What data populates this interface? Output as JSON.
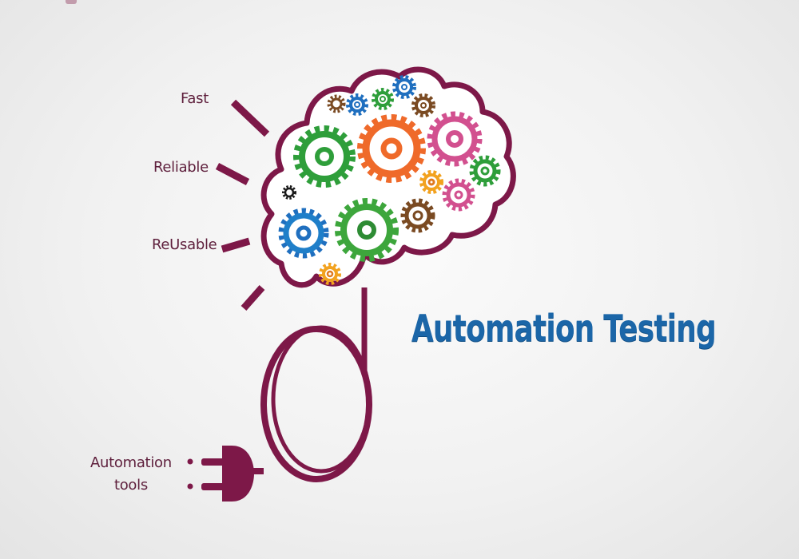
{
  "title": "Automation Testing",
  "rays": {
    "fast": "Fast",
    "reliable": "Reliable",
    "reusable": "ReUsable"
  },
  "plug_label": {
    "line1": "Automation",
    "line2": "tools"
  },
  "colors": {
    "outline": "#7d1848",
    "title": "#1b66a8",
    "label": "#5e1f3c",
    "gear_green": "#2e9e3a",
    "gear_orange": "#ef6a2a",
    "gear_pink": "#d2508f",
    "gear_blue": "#1f6fbf",
    "gear_brown": "#7a4a22",
    "gear_yellow": "#f2a21f",
    "gear_black": "#1a1a1a"
  },
  "icons": {
    "brain": "brain-outline-icon",
    "gears": "gears-icon",
    "cord": "power-cord-icon",
    "plug": "plug-icon"
  }
}
